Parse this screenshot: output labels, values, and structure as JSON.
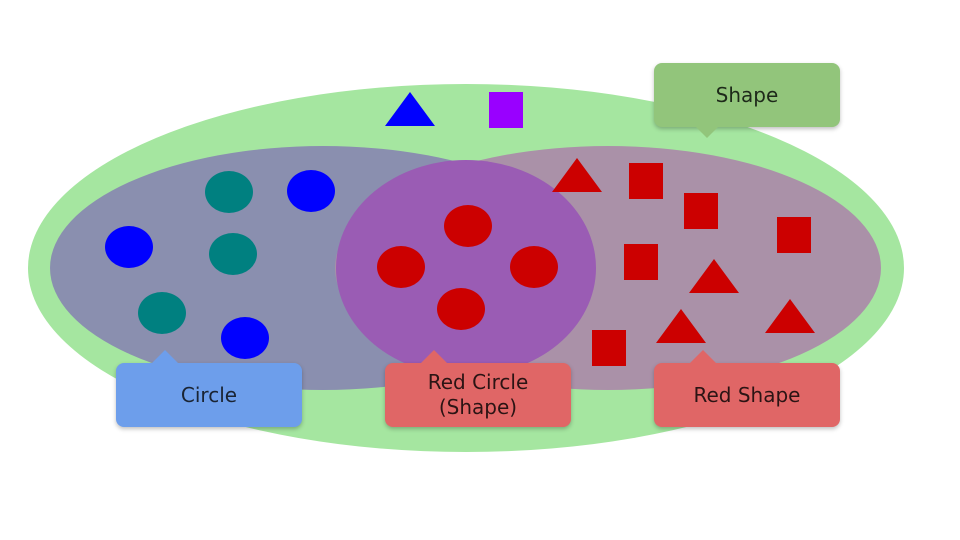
{
  "diagram": {
    "colors": {
      "shape_region": "#a5e6a0",
      "circle_region": "#8a8faf",
      "red_shape_region": "#aa91a8",
      "red_circle_region": "#9a5cb4",
      "blue": "#0000ff",
      "teal": "#008080",
      "red": "#cc0000",
      "purple": "#9900ff"
    },
    "labels": {
      "shape": "Shape",
      "circle": "Circle",
      "red_circle_line1": "Red Circle",
      "red_circle_line2": "(Shape)",
      "red_shape": "Red Shape"
    },
    "items": {
      "outside_subsets": [
        "blue triangle",
        "purple square"
      ],
      "circle_only": [
        "teal circle",
        "blue circle",
        "blue circle",
        "teal circle",
        "teal circle",
        "blue circle"
      ],
      "red_circles": [
        "red circle",
        "red circle",
        "red circle",
        "red circle"
      ],
      "red_shapes_only": [
        "red triangle",
        "red square",
        "red square",
        "red square",
        "red square",
        "red triangle",
        "red square",
        "red triangle",
        "red triangle"
      ]
    }
  }
}
